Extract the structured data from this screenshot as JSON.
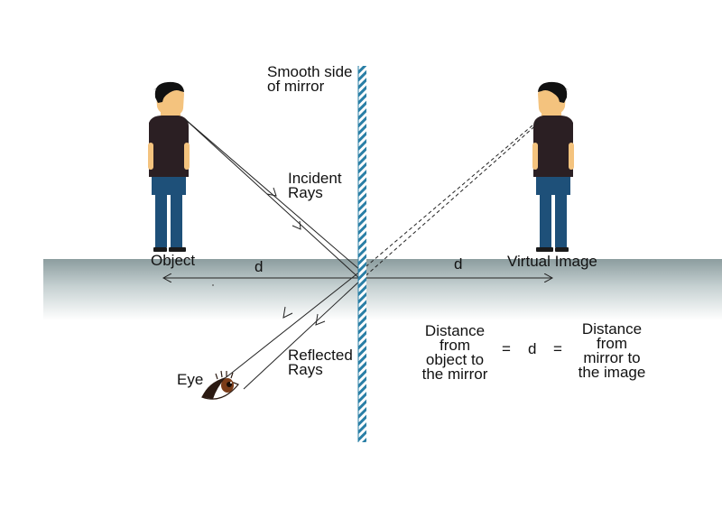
{
  "labels": {
    "mirror_side": "Smooth side\nof mirror",
    "incident": "Incident\nRays",
    "reflected": "Reflected\nRays",
    "object": "Object",
    "virtual_image": "Virtual Image",
    "eye": "Eye",
    "d_left": "d",
    "d_right": "d"
  },
  "equation": {
    "left": "Distance\nfrom\nobject to\nthe mirror",
    "eq1": "=",
    "d": "d",
    "eq2": "=",
    "right": "Distance\nfrom\nmirror to\nthe image"
  },
  "colors": {
    "mirror": "#2a7fa6",
    "ground_top": "#8c9d9f",
    "shirt": "#2b1f23",
    "pants": "#1e5079",
    "skin": "#f4c37e",
    "hair": "#111111",
    "iris": "#7a3b18"
  }
}
